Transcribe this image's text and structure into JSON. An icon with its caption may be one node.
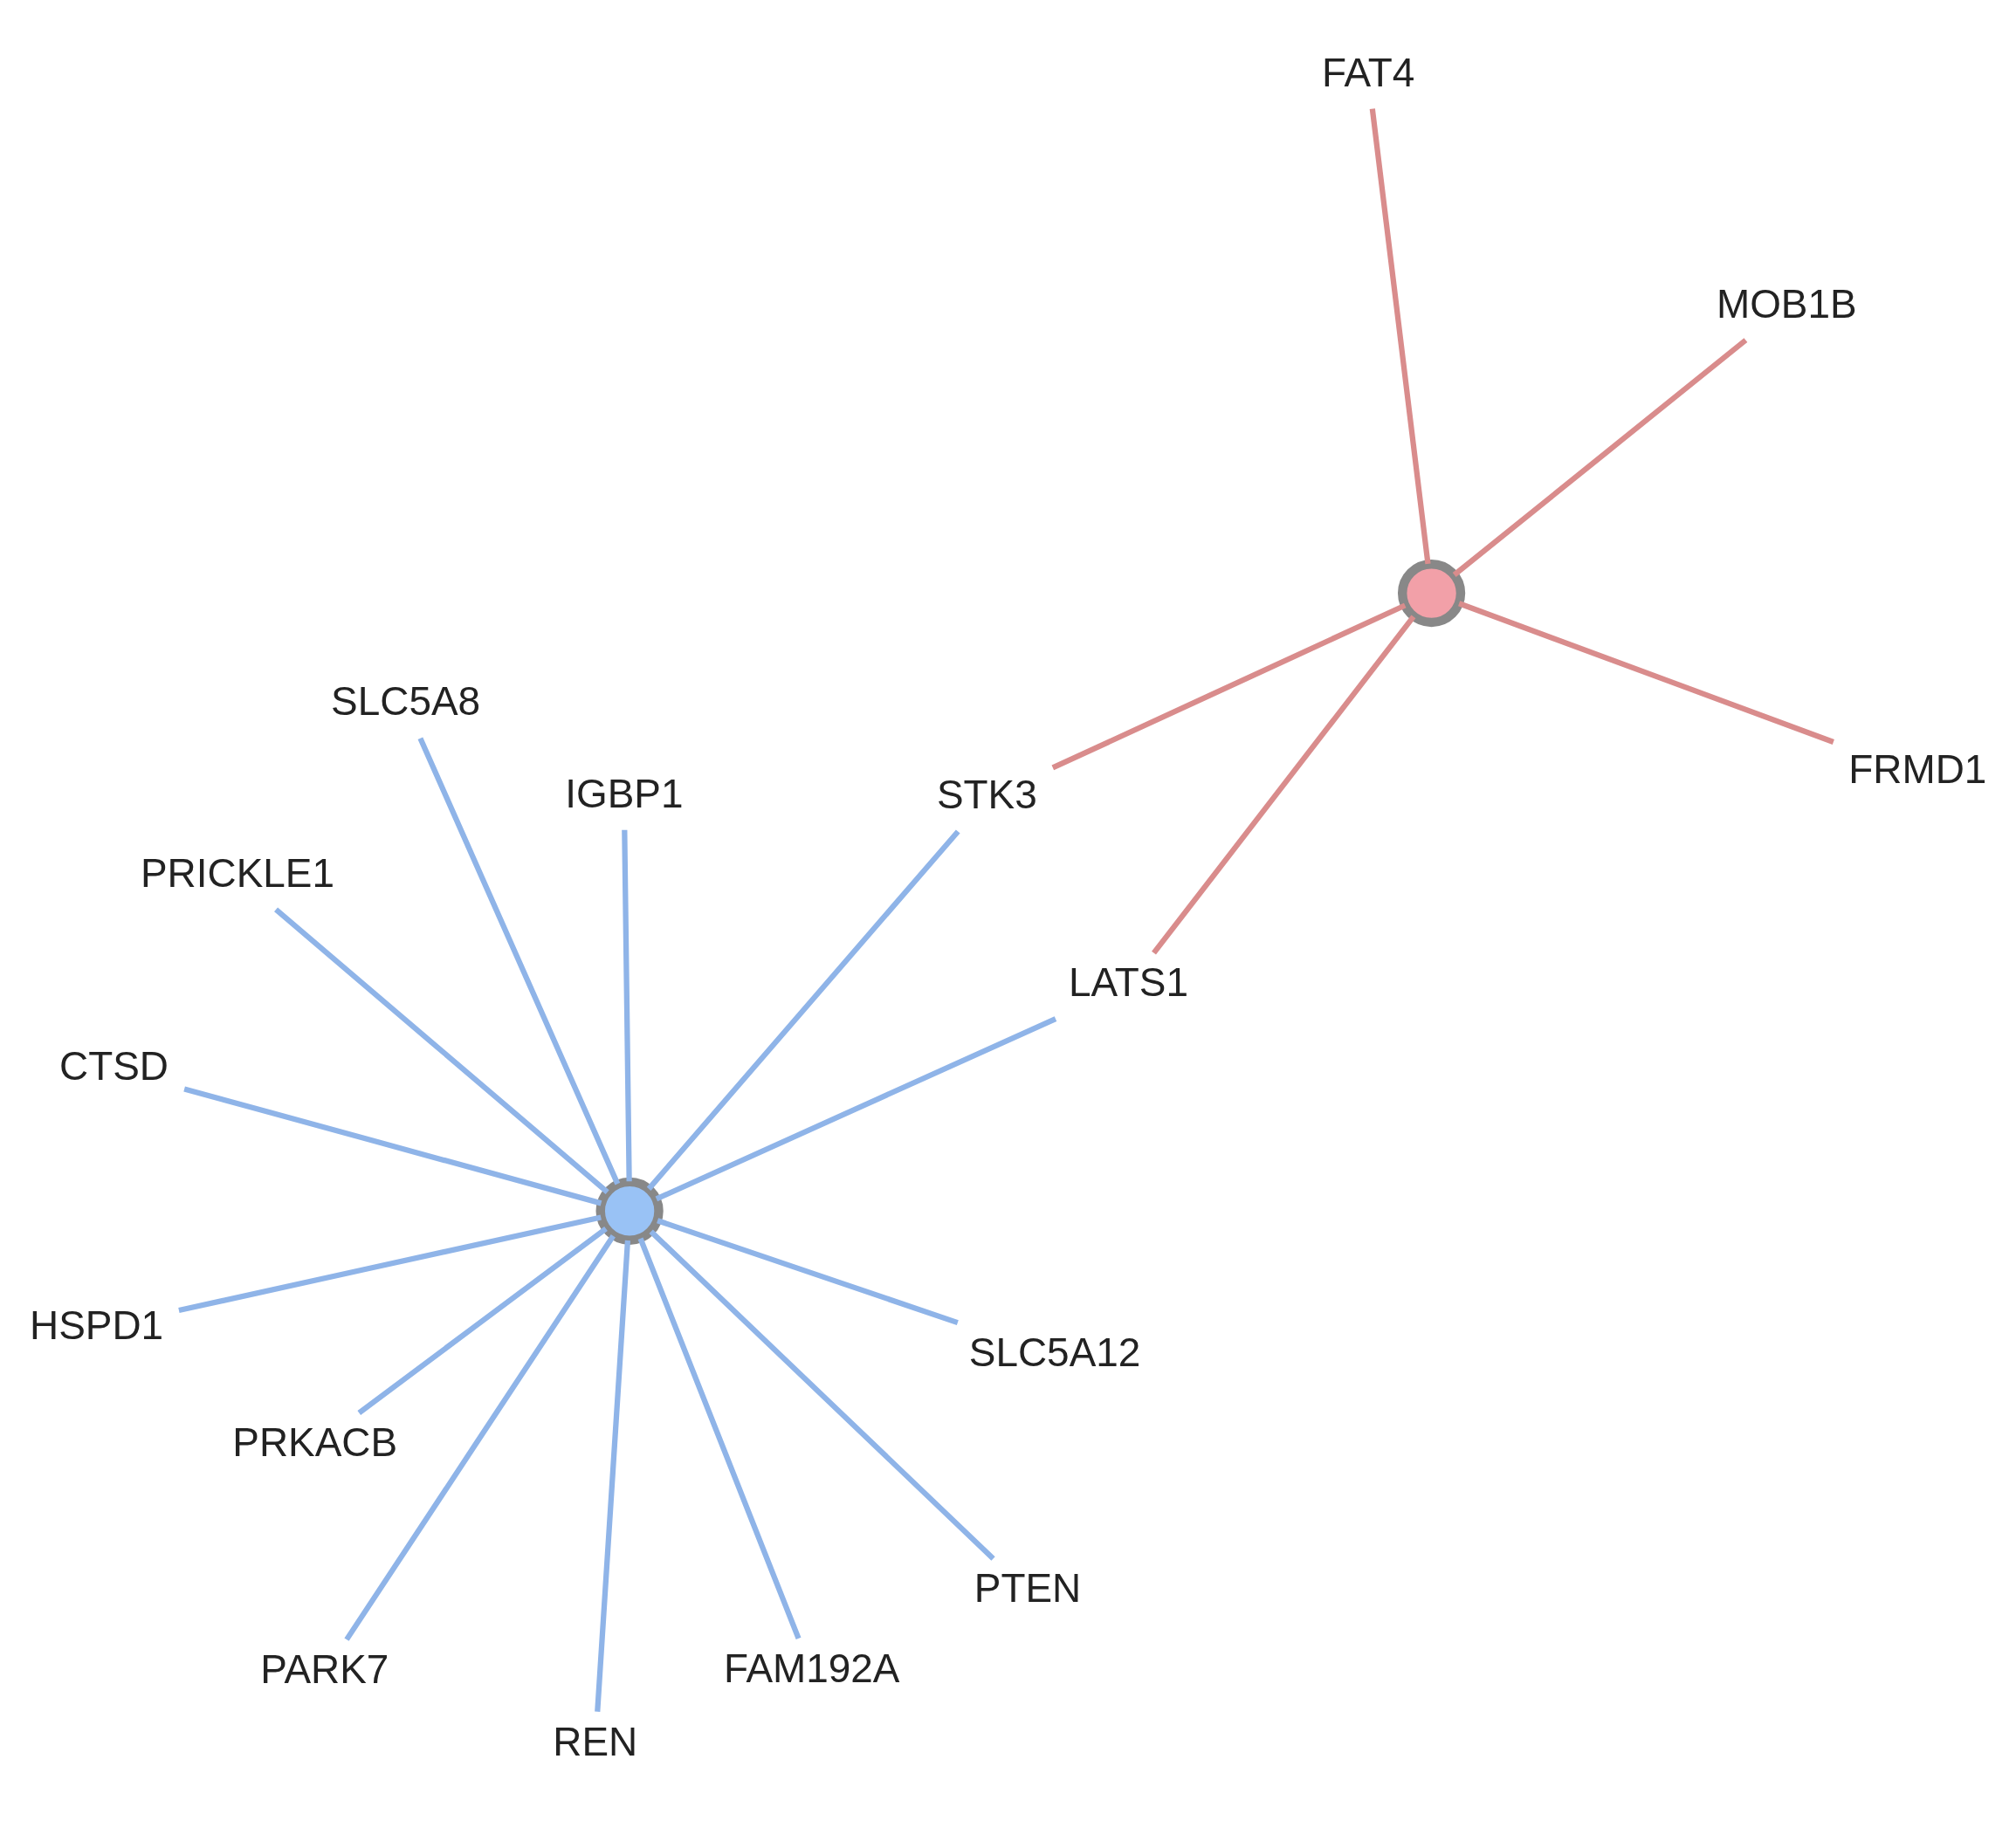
{
  "diagram": {
    "nodes": [
      {
        "text": [
          "HSPD1"
        ]
      },
      {
        "text": [
          "SLC5A12"
        ]
      },
      {
        "text": [
          "REN"
        ]
      },
      {
        "text": [
          "SLC5A8"
        ]
      },
      {
        "text": [
          "IGBP1"
        ]
      },
      {
        "text": [
          "PRICKLE1"
        ]
      },
      {
        "text": [
          "PARK7"
        ]
      },
      {
        "text": [],
        "shape": "circle"
      },
      {
        "text": [
          "PRKACB"
        ]
      },
      {
        "text": [
          "PTEN"
        ]
      },
      {
        "text": [
          "FAM192A"
        ]
      },
      {
        "text": [
          "CTSD"
        ]
      },
      {
        "text": [
          "LATS1"
        ]
      },
      {
        "text": [
          "STK3"
        ]
      },
      {
        "text": [],
        "shape": "circle"
      },
      {
        "text": [
          "MOB1B"
        ]
      },
      {
        "text": [
          "FRMD1"
        ]
      },
      {
        "text": [
          "FAT4"
        ]
      }
    ],
    "edges": [
      {
        "from": 7,
        "to": 0,
        "arrow": "none"
      },
      {
        "from": 7,
        "to": 1,
        "arrow": "none"
      },
      {
        "from": 7,
        "to": 2,
        "arrow": "none"
      },
      {
        "from": 7,
        "to": 3,
        "arrow": "none"
      },
      {
        "from": 7,
        "to": 4,
        "arrow": "none"
      },
      {
        "from": 7,
        "to": 5,
        "arrow": "none"
      },
      {
        "from": 7,
        "to": 6,
        "arrow": "none"
      },
      {
        "from": 7,
        "to": 8,
        "arrow": "none"
      },
      {
        "from": 7,
        "to": 9,
        "arrow": "none"
      },
      {
        "from": 7,
        "to": 10,
        "arrow": "none"
      },
      {
        "from": 7,
        "to": 11,
        "arrow": "none"
      },
      {
        "from": 7,
        "to": 12,
        "arrow": "none"
      },
      {
        "from": 7,
        "to": 13,
        "arrow": "none"
      },
      {
        "from": 14,
        "to": 12,
        "arrow": "none",
        "color": "#d98c8c"
      },
      {
        "from": 14,
        "to": 13,
        "arrow": "none",
        "color": "#d98c8c"
      },
      {
        "from": 14,
        "to": 15,
        "arrow": "none",
        "color": "#d98c8c"
      },
      {
        "from": 14,
        "to": 16,
        "arrow": "none",
        "color": "#d98c8c"
      },
      {
        "from": 14,
        "to": 17,
        "arrow": "none",
        "color": "#d98c8c"
      }
    ]
  }
}
